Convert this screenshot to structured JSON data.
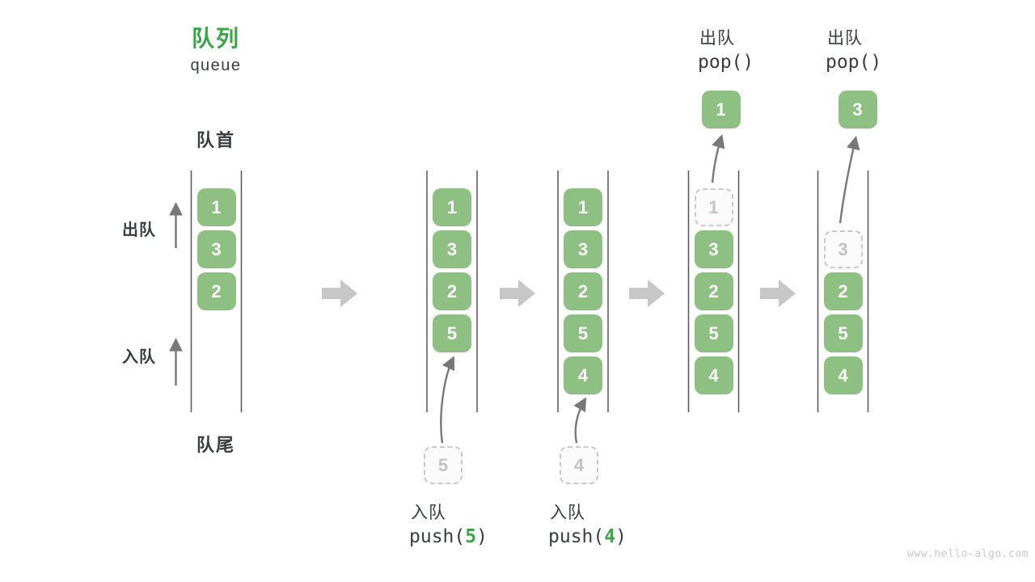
{
  "header": {
    "title_zh": "队列",
    "title_en": "queue"
  },
  "labels": {
    "front": "队首",
    "rear": "队尾",
    "dequeue": "出队",
    "enqueue": "入队"
  },
  "watermark": "www.hello-algo.com",
  "colors": {
    "item_green": "#8EC083",
    "accent_green": "#3DA449",
    "dark_text": "#3A3C40",
    "thin_arrow_gray": "#77787B",
    "block_arrow_gray": "#C7C7C7",
    "container_line_gray": "#55565A",
    "dashed_border_gray": "#C9C9C9",
    "dashed_text_gray": "#C2C2C2",
    "watermark_gray": "#C9C9C9"
  },
  "diagram": {
    "states": [
      {
        "id": "state-initial",
        "items": [
          {
            "value": "1",
            "slot": 0,
            "removed": false
          },
          {
            "value": "3",
            "slot": 1,
            "removed": false
          },
          {
            "value": "2",
            "slot": 2,
            "removed": false
          }
        ]
      },
      {
        "id": "state-after-push-5",
        "items": [
          {
            "value": "1",
            "slot": 0,
            "removed": false
          },
          {
            "value": "3",
            "slot": 1,
            "removed": false
          },
          {
            "value": "2",
            "slot": 2,
            "removed": false
          },
          {
            "value": "5",
            "slot": 3,
            "removed": false
          }
        ],
        "incoming": {
          "value": "5"
        },
        "operation": {
          "label_zh": "入队",
          "code_fn": "push(",
          "code_arg": "5",
          "code_close": ")",
          "position": "bottom"
        }
      },
      {
        "id": "state-after-push-4",
        "items": [
          {
            "value": "1",
            "slot": 0,
            "removed": false
          },
          {
            "value": "3",
            "slot": 1,
            "removed": false
          },
          {
            "value": "2",
            "slot": 2,
            "removed": false
          },
          {
            "value": "5",
            "slot": 3,
            "removed": false
          },
          {
            "value": "4",
            "slot": 4,
            "removed": false
          }
        ],
        "incoming": {
          "value": "4"
        },
        "operation": {
          "label_zh": "入队",
          "code_fn": "push(",
          "code_arg": "4",
          "code_close": ")",
          "position": "bottom"
        }
      },
      {
        "id": "state-after-pop-1",
        "items": [
          {
            "value": "1",
            "slot": 0,
            "removed": true
          },
          {
            "value": "3",
            "slot": 1,
            "removed": false
          },
          {
            "value": "2",
            "slot": 2,
            "removed": false
          },
          {
            "value": "5",
            "slot": 3,
            "removed": false
          },
          {
            "value": "4",
            "slot": 4,
            "removed": false
          }
        ],
        "popped": {
          "value": "1"
        },
        "operation": {
          "label_zh": "出队",
          "code_fn": "pop(",
          "code_arg": "",
          "code_close": ")",
          "position": "top"
        }
      },
      {
        "id": "state-after-pop-3",
        "items": [
          {
            "value": "3",
            "slot": 1,
            "removed": true
          },
          {
            "value": "2",
            "slot": 2,
            "removed": false
          },
          {
            "value": "5",
            "slot": 3,
            "removed": false
          },
          {
            "value": "4",
            "slot": 4,
            "removed": false
          }
        ],
        "popped": {
          "value": "3"
        },
        "operation": {
          "label_zh": "出队",
          "code_fn": "pop(",
          "code_arg": "",
          "code_close": ")",
          "position": "top"
        }
      }
    ]
  }
}
